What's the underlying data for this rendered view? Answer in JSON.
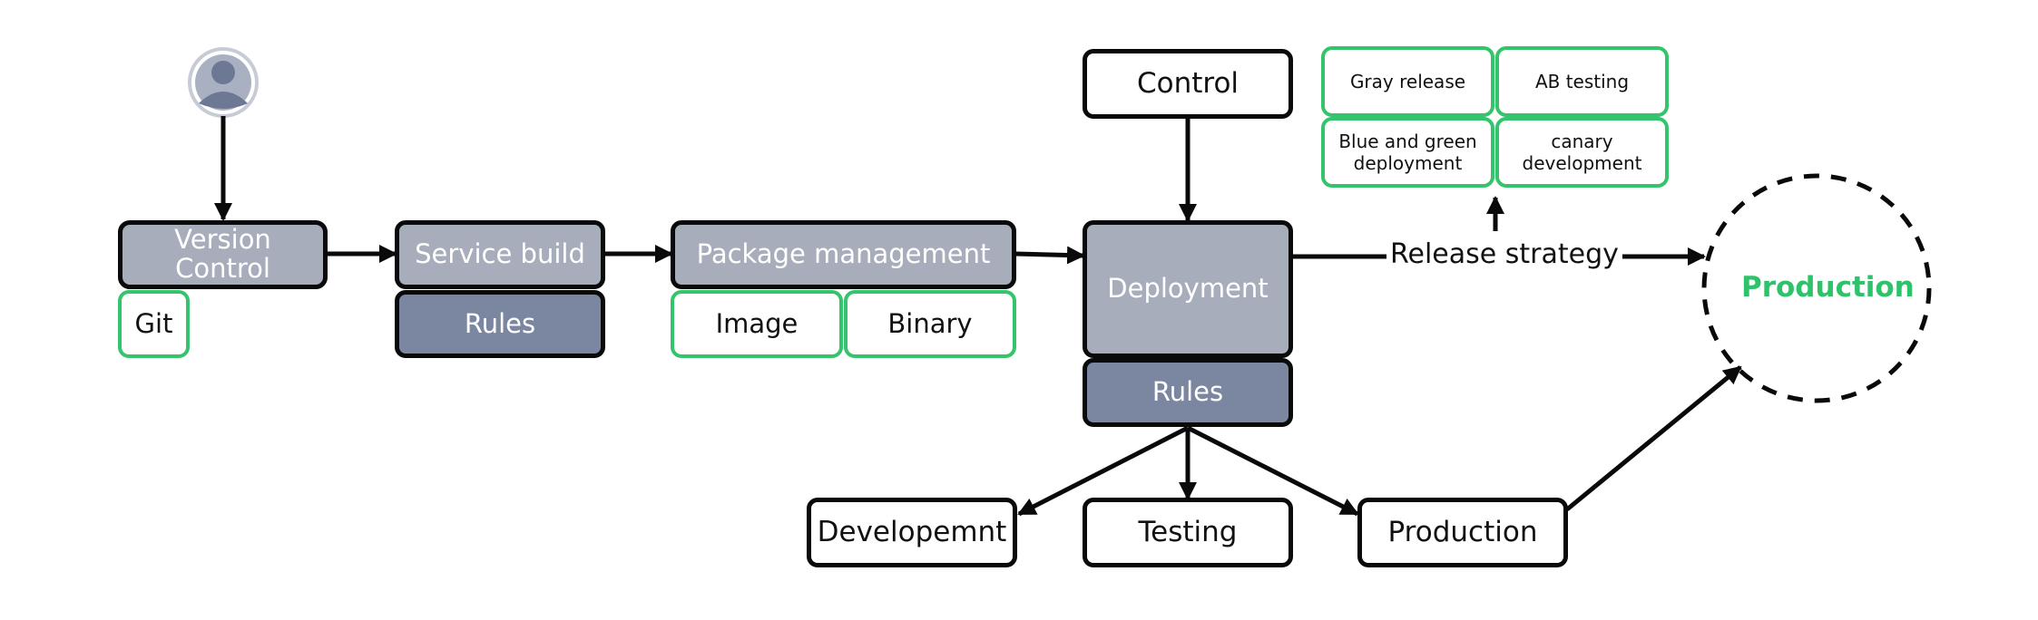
{
  "nodes": {
    "version_control": "Version Control",
    "git": "Git",
    "service_build": "Service build",
    "build_rules": "Rules",
    "package_management": "Package management",
    "image": "Image",
    "binary": "Binary",
    "control": "Control",
    "deployment": "Deployment",
    "deployment_rules": "Rules",
    "development": "Developemnt",
    "testing": "Testing",
    "production_env": "Production",
    "production_target": "Production"
  },
  "strategies": {
    "gray_release": "Gray release",
    "ab_testing": "AB testing",
    "blue_green": "Blue and green deployment",
    "canary": "canary development"
  },
  "edges": {
    "release_strategy": "Release strategy"
  },
  "colors": {
    "node_grey": "#a8adbb",
    "node_slate": "#7b86a1",
    "accent_green": "#34c46b",
    "production_text": "#2ec26a"
  },
  "icons": {
    "user": "user-avatar-icon"
  }
}
